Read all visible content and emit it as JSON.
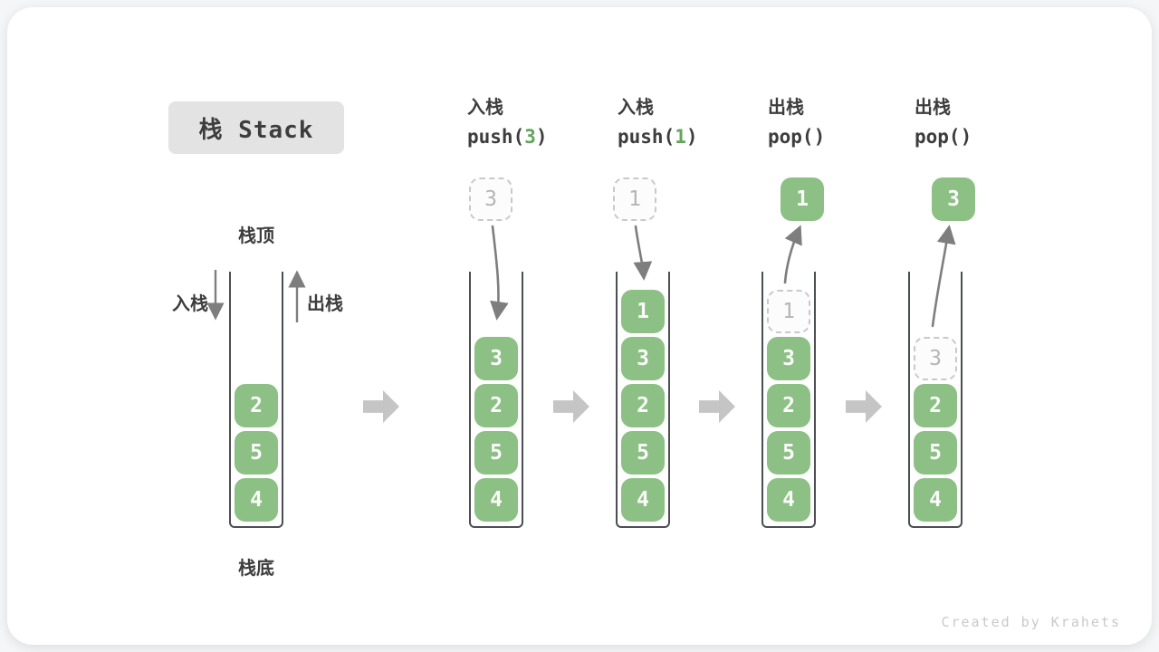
{
  "title": "栈 Stack",
  "labels": {
    "stack_top": "栈顶",
    "stack_bottom": "栈底",
    "push": "入栈",
    "pop": "出栈"
  },
  "operations": [
    {
      "name": "入栈",
      "code_pre": "push(",
      "code_arg": "3",
      "code_post": ")"
    },
    {
      "name": "入栈",
      "code_pre": "push(",
      "code_arg": "1",
      "code_post": ")"
    },
    {
      "name": "出栈",
      "code_pre": "pop(",
      "code_arg": "",
      "code_post": ")"
    },
    {
      "name": "出栈",
      "code_pre": "pop(",
      "code_arg": "",
      "code_post": ")"
    }
  ],
  "staging": [
    {
      "style": "dashed",
      "value": "3"
    },
    {
      "style": "dashed",
      "value": "1"
    },
    {
      "style": "solid",
      "value": "1"
    },
    {
      "style": "solid",
      "value": "3"
    }
  ],
  "stacks": [
    {
      "cells": [
        "2",
        "5",
        "4"
      ]
    },
    {
      "cells": [
        "3",
        "2",
        "5",
        "4"
      ]
    },
    {
      "cells": [
        "1",
        "3",
        "2",
        "5",
        "4"
      ]
    },
    {
      "ghost": "1",
      "cells": [
        "3",
        "2",
        "5",
        "4"
      ]
    },
    {
      "ghost": "3",
      "cells": [
        "2",
        "5",
        "4"
      ]
    }
  ],
  "watermark": "Created by Krahets",
  "colors": {
    "cell_green": "#8cc084",
    "code_arg_green": "#63a55b",
    "flow_arrow_gray": "#7e7e7e",
    "step_arrow_gray": "#c5c5c5",
    "ghost_gray": "#b5b5b5",
    "text_dark": "#3d3d3d",
    "title_box_bg": "#e3e3e4"
  }
}
